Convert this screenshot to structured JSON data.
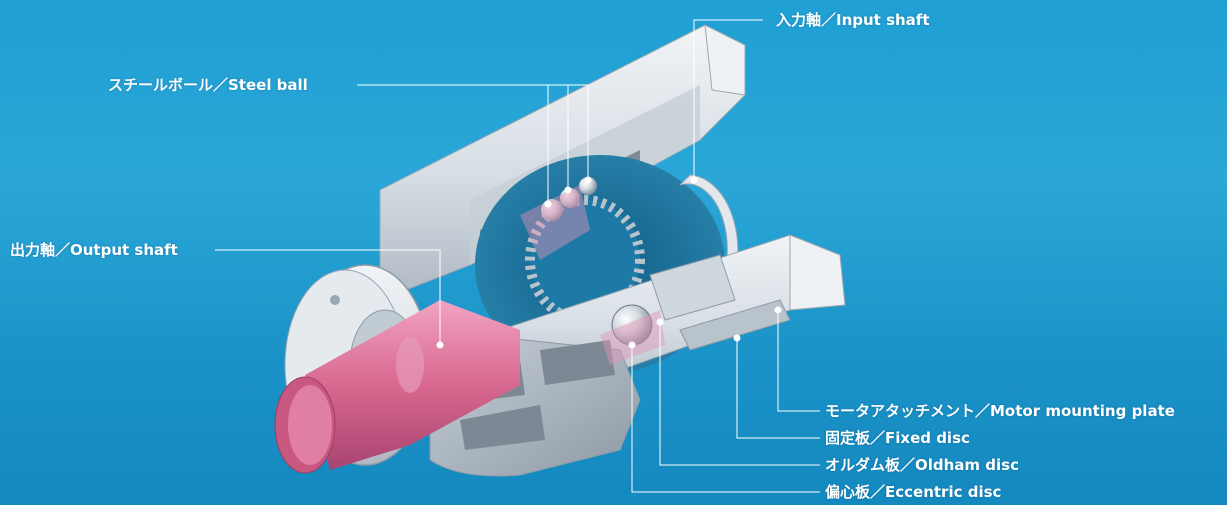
{
  "colors": {
    "background": "#1f9fd3",
    "leader_line": "#ffffff",
    "housing": "#dde4ea",
    "shaft": "#d86a96"
  },
  "labels": {
    "input_shaft": "入力軸／Input shaft",
    "steel_ball": "スチールボール／Steel ball",
    "output_shaft": "出力軸／Output shaft",
    "motor_mounting_plate": "モータアタッチメント／Motor mounting plate",
    "fixed_disc": "固定板／Fixed disc",
    "oldham_disc": "オルダム板／Oldham disc",
    "eccentric_disc": "偏心板／Eccentric disc"
  }
}
